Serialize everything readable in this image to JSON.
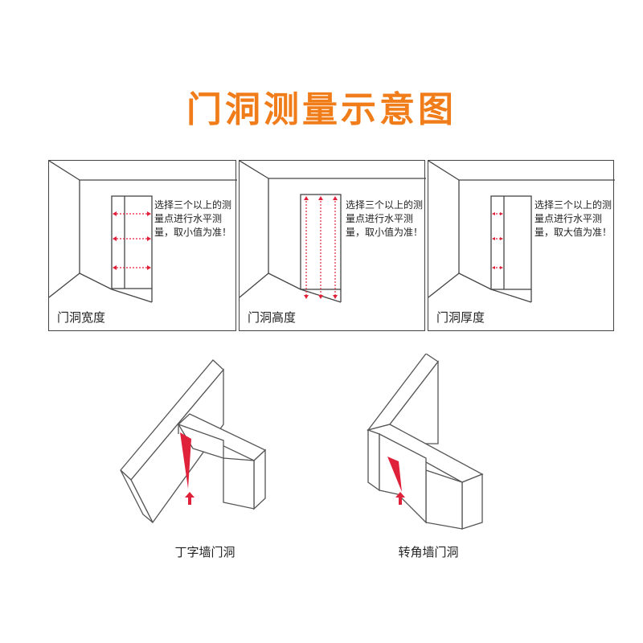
{
  "title": "门洞测量示意图",
  "panels": [
    {
      "label": "门洞宽度",
      "note": "选择三个以上的测量点进行水平测量，取小值为准！"
    },
    {
      "label": "门洞高度",
      "note": "选择三个以上的测量点进行水平测量，取小值为准！"
    },
    {
      "label": "门洞厚度",
      "note": "选择三个以上的测量点进行水平测量，取大值为准！"
    }
  ],
  "figures": [
    {
      "caption": "丁字墙门洞"
    },
    {
      "caption": "转角墙门洞"
    }
  ],
  "colors": {
    "title": "#f07d1a",
    "measure": "#e0213a",
    "line": "#444444"
  }
}
